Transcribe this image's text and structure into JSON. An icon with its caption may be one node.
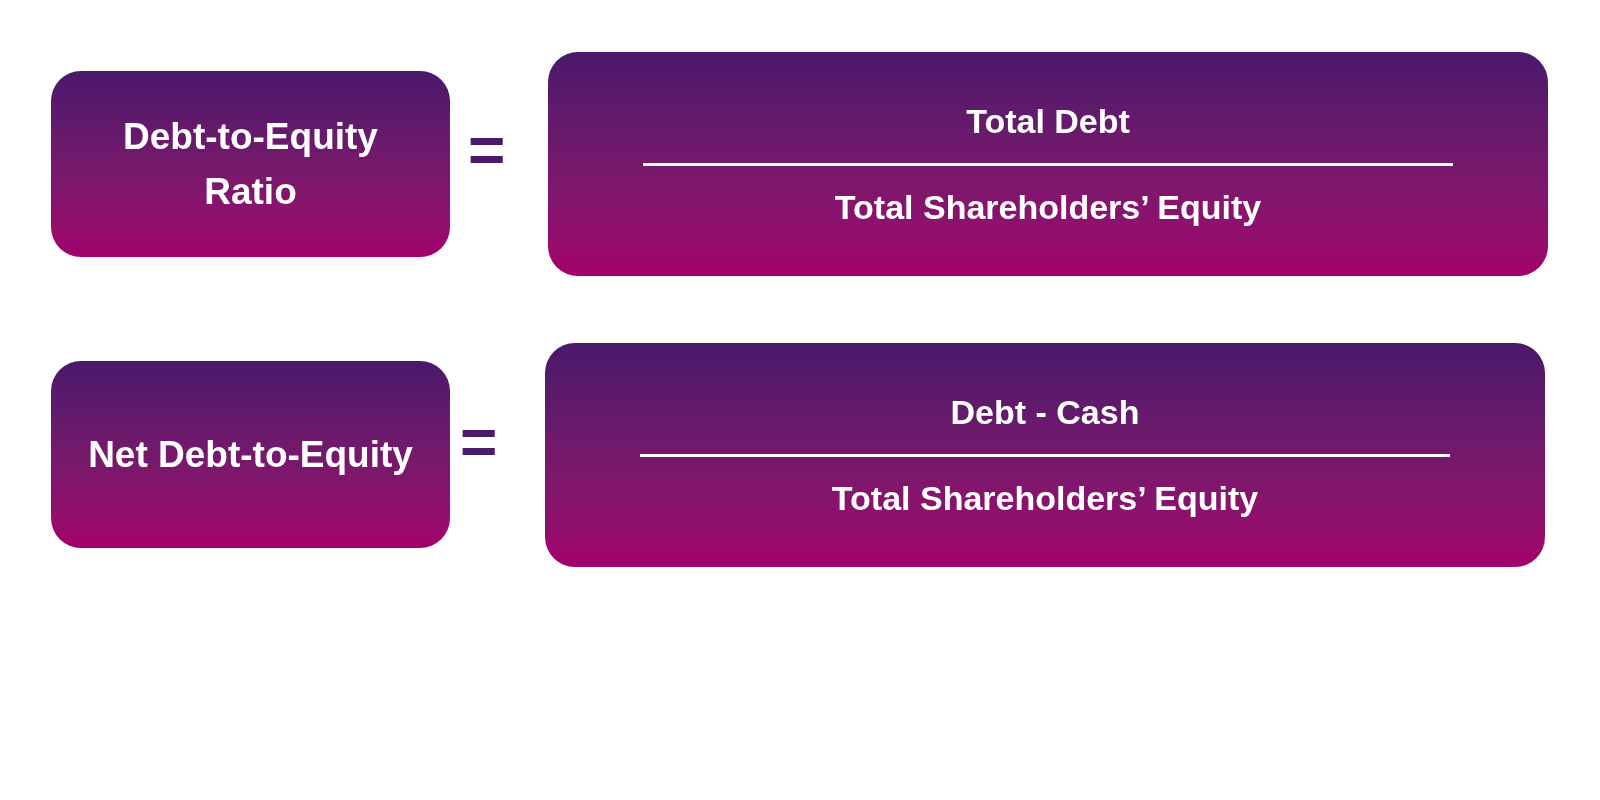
{
  "diagram": {
    "nodes": [
      {
        "text": [
          "Debt-to-Equity Ratio"
        ]
      },
      {
        "text": [
          "Total Debt",
          "Total Shareholders’ Equity"
        ]
      },
      {
        "text": [
          "Net Debt-to-Equity"
        ]
      },
      {
        "text": [
          "Debt - Cash",
          "Total Shareholders’ Equity"
        ]
      }
    ],
    "labels": [
      "=",
      "="
    ]
  }
}
